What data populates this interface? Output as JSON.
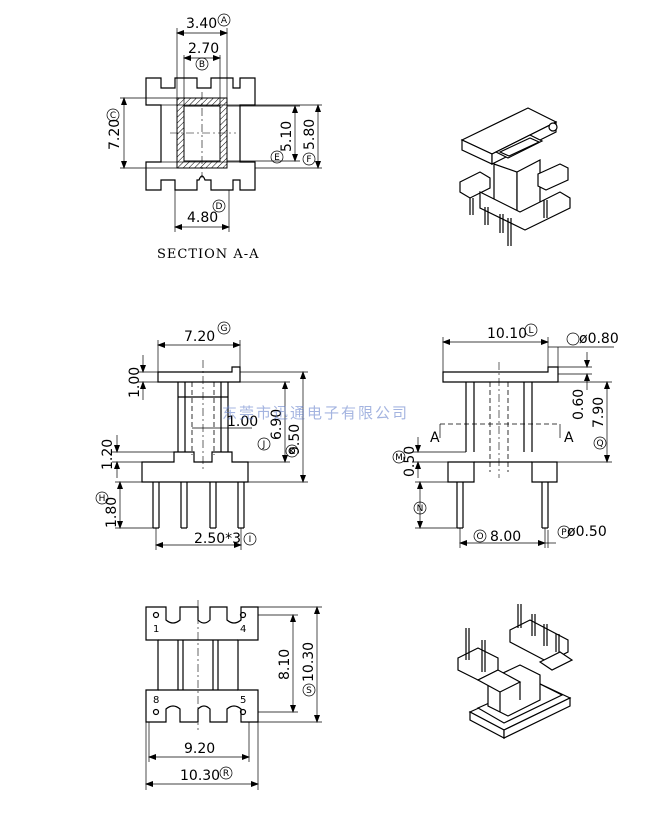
{
  "section_label": "SECTION A-A",
  "watermark": "东莞市迅通电子有限公司",
  "dims": {
    "d340": "3.40",
    "d270": "2.70",
    "d720a": "7.20",
    "d510": "5.10",
    "d580": "5.80",
    "d480": "4.80",
    "d720b": "7.20",
    "d100a": "1.00",
    "d690": "6.90",
    "d100b": "1.00",
    "d950": "9.50",
    "d120": "1.20",
    "d180": "1.80",
    "d250x3": "2.50*3",
    "d1010": "10.10",
    "d080": "ø0.80",
    "d060": "0.60",
    "d790": "7.90",
    "d050a": "0.50",
    "d800": "8.00",
    "d050b": "ø0.50",
    "d810": "8.10",
    "d1030v": "10.30",
    "d920": "9.20",
    "d1030h": "10.30"
  },
  "letters": {
    "A": "A",
    "B": "B",
    "C": "C",
    "D": "D",
    "E": "E",
    "F": "F",
    "G": "G",
    "H": "H",
    "I": "I",
    "J": "J",
    "K": "K",
    "L": "L",
    "M": "M",
    "N": "N",
    "O": "O",
    "P": "P",
    "Q": "Q",
    "R": "R",
    "S": "S"
  },
  "section_arrows": {
    "left": "A",
    "right": "A"
  },
  "pins": {
    "p1": "1",
    "p4": "4",
    "p8": "8",
    "p5": "5"
  }
}
